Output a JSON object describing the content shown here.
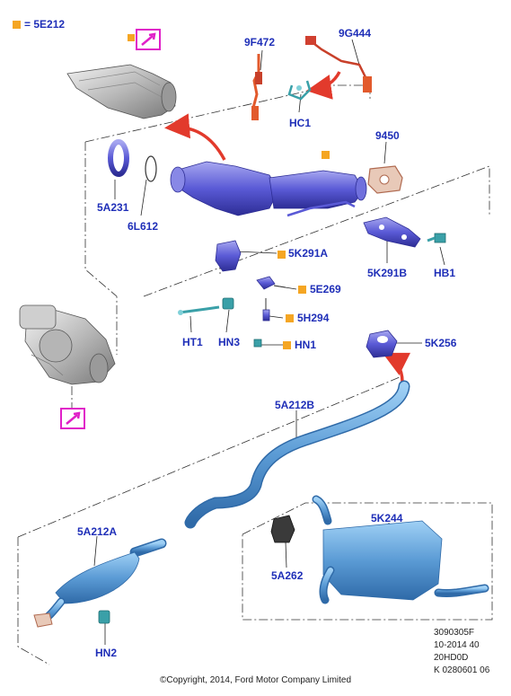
{
  "legend": {
    "text": "= 5E212",
    "marker_color": "#f5a623"
  },
  "colors": {
    "label": "#1f2fb8",
    "pipe": "#5b9bd5",
    "cat": "#5a5ad6",
    "arrow": "#e23a2c",
    "callout": "#e020c8",
    "marker": "#f5a623"
  },
  "labels": {
    "p9F472": "9F472",
    "p9G444": "9G444",
    "pHC1": "HC1",
    "p9450": "9450",
    "p5A231": "5A231",
    "p6L612": "6L612",
    "p5K291A": "5K291A",
    "p5E269": "5E269",
    "p5H294": "5H294",
    "pHN1": "HN1",
    "pHT1": "HT1",
    "pHN3": "HN3",
    "p5K291B": "5K291B",
    "pHB1": "HB1",
    "p5K256": "5K256",
    "p5A212B": "5A212B",
    "p5A212A": "5A212A",
    "p5K244": "5K244",
    "p5A262": "5A262",
    "pHN2": "HN2"
  },
  "meta_lines": [
    "3090305F",
    "10-2014 40",
    "20HD0D",
    "K 0280601 06"
  ],
  "copyright": "©Copyright, 2014, Ford Motor Company Limited"
}
